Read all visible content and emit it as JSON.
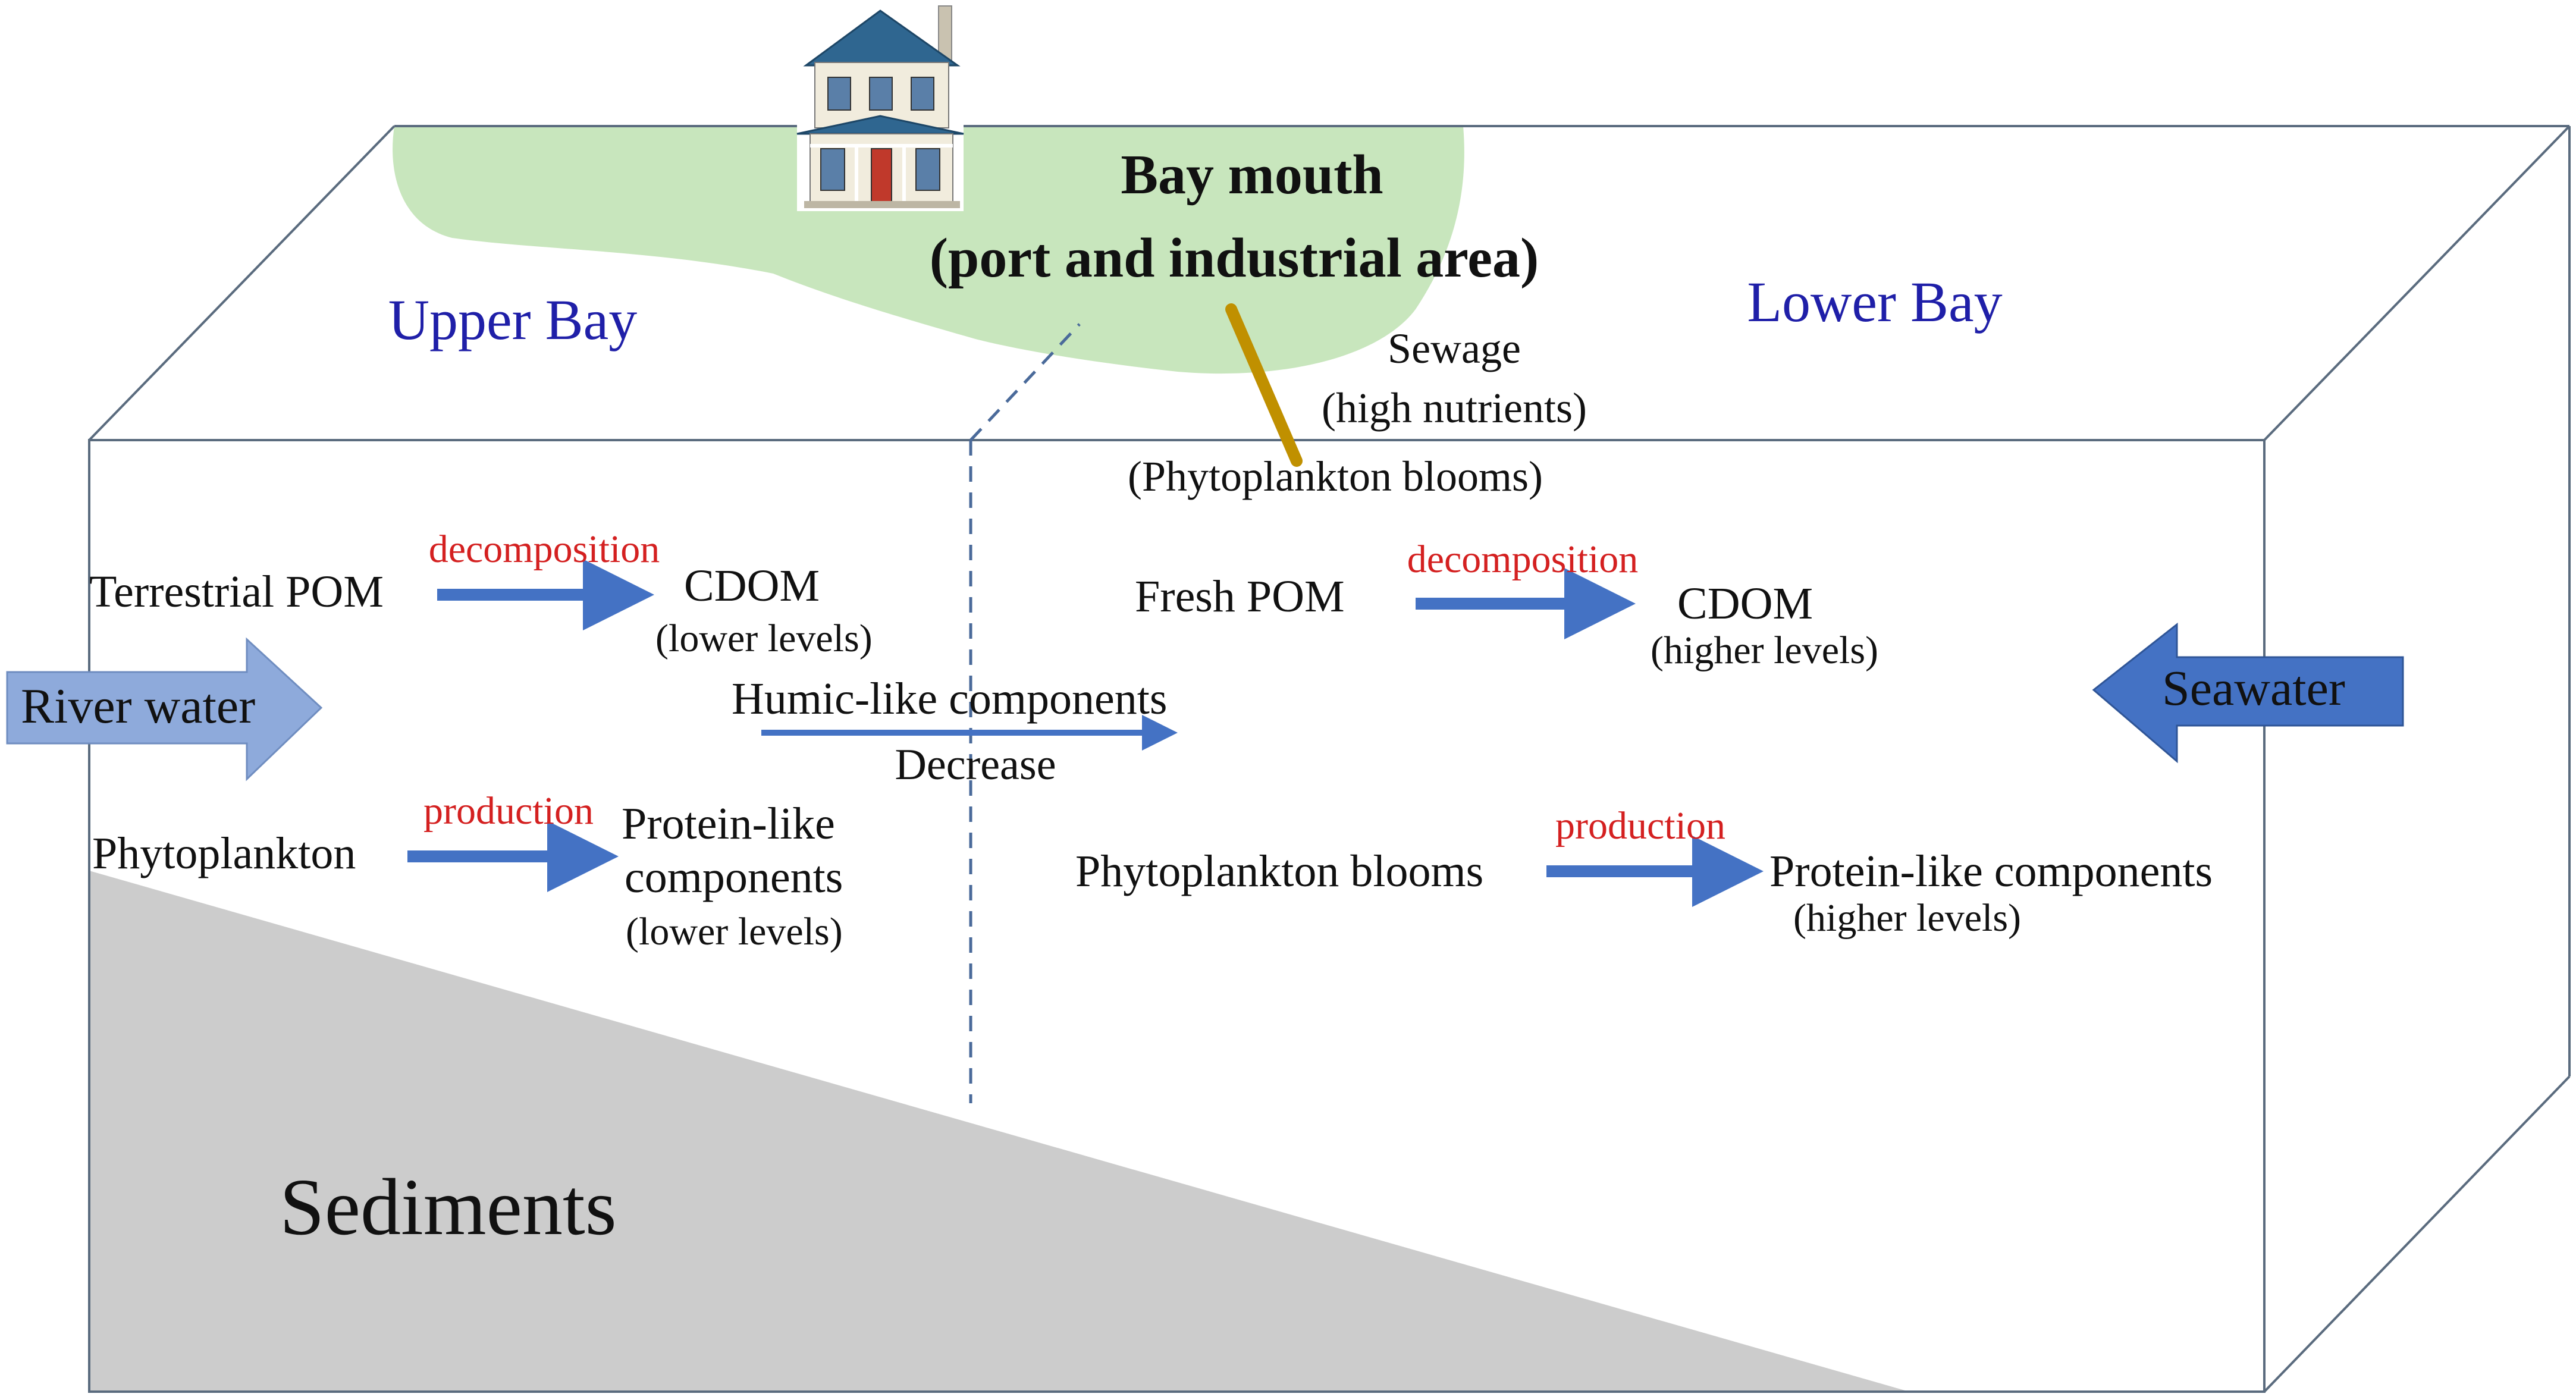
{
  "labels": {
    "bay_mouth_line1": "Bay mouth",
    "bay_mouth_line2": "(port and industrial area)",
    "upper_bay": "Upper Bay",
    "lower_bay": "Lower Bay",
    "sewage_line1": "Sewage",
    "sewage_line2": "(high nutrients)",
    "phytoplankton_blooms_top": "(Phytoplankton  blooms)",
    "sediments": "Sediments",
    "river_water": "River water",
    "seawater": "Seawater"
  },
  "upper_bay_processes": {
    "terrestrial_pom": "Terrestrial  POM",
    "decomposition": "decomposition",
    "cdom": "CDOM",
    "cdom_level": "(lower levels)",
    "phytoplankton": "Phytoplankton",
    "production": "production",
    "protein_line1": "Protein-like",
    "protein_line2": "components",
    "protein_level": "(lower levels)"
  },
  "transition": {
    "humic": "Humic-like  components",
    "decrease": "Decrease"
  },
  "lower_bay_processes": {
    "fresh_pom": "Fresh POM",
    "decomposition": "decomposition",
    "cdom": "CDOM",
    "cdom_level": "(higher levels)",
    "phytoplankton_blooms": "Phytoplankton  blooms",
    "production": "production",
    "protein": "Protein-like components",
    "protein_level": "(higher levels)"
  },
  "colors": {
    "land": "#c8e6bd",
    "sediment": "#cccccc",
    "process_arrow": "#4472c4",
    "river_arrow": "#8eaadb",
    "seawater_arrow": "#4472c4",
    "sewage_arrow": "#c09000",
    "bay_label": "#1f1fa8",
    "process_label": "#d42020",
    "box_line": "#5a6b7e",
    "text": "#111111"
  }
}
